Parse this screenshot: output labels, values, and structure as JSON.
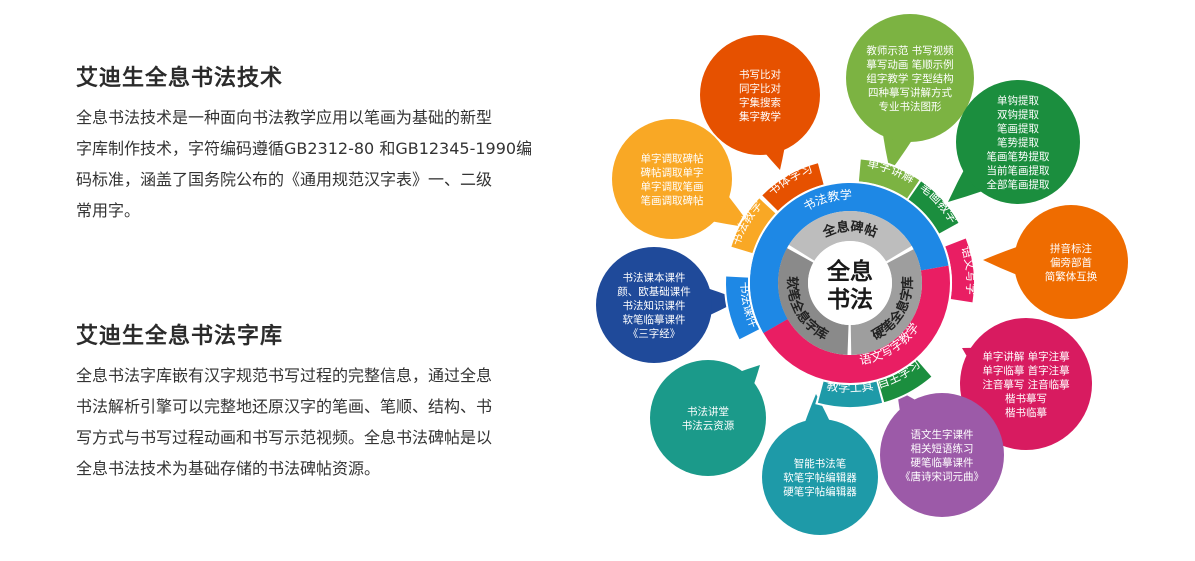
{
  "sections": [
    {
      "title": "艾迪生全息书法技术",
      "lines": [
        "全息书法技术是一种面向书法教学应用以笔画为基础的新型",
        "字库制作技术，字符编码遵循GB2312-80 和GB12345-1990编",
        "码标准，涵盖了国务院公布的《通用规范汉字表》一、二级",
        "常用字。"
      ]
    },
    {
      "title": "艾迪生全息书法字库",
      "lines": [
        "全息书法字库嵌有汉字规范书写过程的完整信息，通过全息",
        "书法解析引擎可以完整地还原汉字的笔画、笔顺、结构、书",
        "写方式与书写过程动画和书写示范视频。全息书法碑帖是以",
        "全息书法技术为基础存储的书法碑帖资源。"
      ]
    }
  ],
  "diagram": {
    "center": {
      "lines": [
        "全息",
        "书法"
      ]
    },
    "inner": [
      {
        "label": "全息碑帖",
        "color": "#bdbdbd"
      },
      {
        "label": "硬笔全息字库",
        "color": "#9e9e9e"
      },
      {
        "label": "软笔全息字库",
        "color": "#8a8a8a"
      }
    ],
    "ring": [
      {
        "label": "书法教学",
        "color": "#1e88e5"
      },
      {
        "label": "语文写字教学",
        "color": "#e91e63"
      }
    ],
    "spokes": [
      {
        "label": "书体学习",
        "color": "#e65100"
      },
      {
        "label": "单字讲解",
        "color": "#7cb342"
      },
      {
        "label": "笔画教学",
        "color": "#1b8e3e"
      },
      {
        "label": "语文写字",
        "color": "#e91e63"
      },
      {
        "label": "自主学习",
        "color": "#1b8e3e"
      },
      {
        "label": "教学工具",
        "color": "#1e9aa8"
      },
      {
        "label": "书法课件",
        "color": "#1e88e5"
      },
      {
        "label": "书法教学",
        "color": "#f9a825"
      }
    ],
    "bubbles": [
      {
        "color": "#e65100",
        "lines": [
          "书写比对",
          "同字比对",
          "字集搜索",
          "集字教学"
        ]
      },
      {
        "color": "#7cb342",
        "lines": [
          "教师示范  书写视频",
          "摹写动画  笔顺示例",
          "组字教学  字型结构",
          "四种摹写讲解方式",
          "专业书法图形"
        ]
      },
      {
        "color": "#1b8e3e",
        "lines": [
          "单钩提取",
          "双钩提取",
          "笔画提取",
          "笔势提取",
          "笔画笔势提取",
          "当前笔画提取",
          "全部笔画提取"
        ]
      },
      {
        "color": "#ef6c00",
        "lines": [
          "拼音标注",
          "偏旁部首",
          "简繁体互换"
        ]
      },
      {
        "color": "#d81b60",
        "lines": [
          "单字讲解   单字注摹",
          "单字临摹   首字注摹",
          "注音摹写   注音临摹",
          "楷书摹写",
          "楷书临摹"
        ]
      },
      {
        "color": "#9c5aa8",
        "lines": [
          "语文生字课件",
          "相关短语练习",
          "硬笔临摹课件",
          "《唐诗宋词元曲》"
        ]
      },
      {
        "color": "#1e9aa8",
        "lines": [
          "智能书法笔",
          "软笔字帖编辑器",
          "硬笔字帖编辑器"
        ]
      },
      {
        "color": "#1b9a8a",
        "lines": [
          "书法讲堂",
          "书法云资源"
        ]
      },
      {
        "color": "#1f4a9a",
        "lines": [
          "书法课本课件",
          "颜、欧基础课件",
          "书法知识课件",
          "软笔临摹课件",
          "《三字经》"
        ]
      },
      {
        "color": "#f9a825",
        "lines": [
          "单字调取碑帖",
          "碑帖调取单字",
          "单字调取笔画",
          "笔画调取碑帖"
        ]
      }
    ]
  }
}
